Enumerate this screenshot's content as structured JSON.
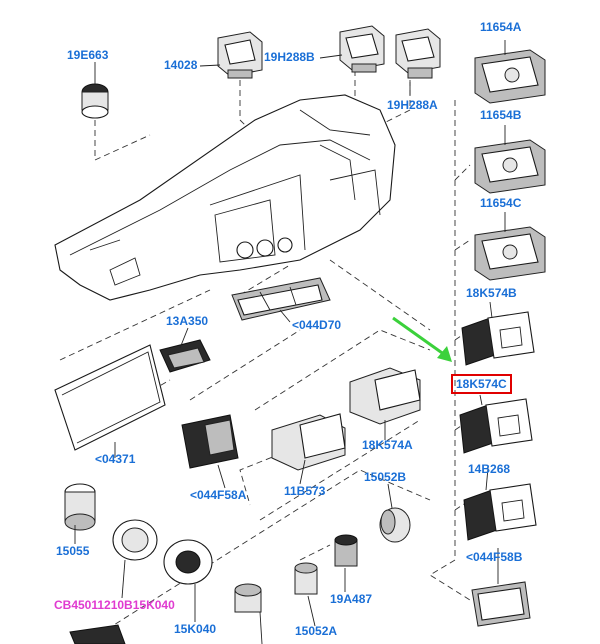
{
  "diagram": {
    "labels": [
      {
        "id": "19E663",
        "text": "19E663"
      },
      {
        "id": "14028",
        "text": "14028"
      },
      {
        "id": "19H288B",
        "text": "19H288B"
      },
      {
        "id": "19H288A",
        "text": "19H288A"
      },
      {
        "id": "11654A",
        "text": "11654A"
      },
      {
        "id": "11654B",
        "text": "11654B"
      },
      {
        "id": "11654C",
        "text": "11654C"
      },
      {
        "id": "18K574B",
        "text": "18K574B"
      },
      {
        "id": "18K574C",
        "text": "18K574C"
      },
      {
        "id": "14B268",
        "text": "14B268"
      },
      {
        "id": "044F58B",
        "text": "<044F58B"
      },
      {
        "id": "13A350",
        "text": "13A350"
      },
      {
        "id": "044D70",
        "text": "<044D70"
      },
      {
        "id": "04371",
        "text": "<04371"
      },
      {
        "id": "044F58A",
        "text": "<044F58A"
      },
      {
        "id": "11B573",
        "text": "11B573"
      },
      {
        "id": "18K574A",
        "text": "18K574A"
      },
      {
        "id": "15052B",
        "text": "15052B"
      },
      {
        "id": "15055",
        "text": "15055"
      },
      {
        "id": "CB450",
        "text": "CB45011210B15K040"
      },
      {
        "id": "19A487",
        "text": "19A487"
      },
      {
        "id": "15K040",
        "text": "15K040"
      },
      {
        "id": "15052A",
        "text": "15052A"
      }
    ],
    "highlight_color": "#e00000",
    "arrow_color": "#3bd13b",
    "label_color": "#1a6fd6",
    "special_label_color": "#e03bd0"
  }
}
